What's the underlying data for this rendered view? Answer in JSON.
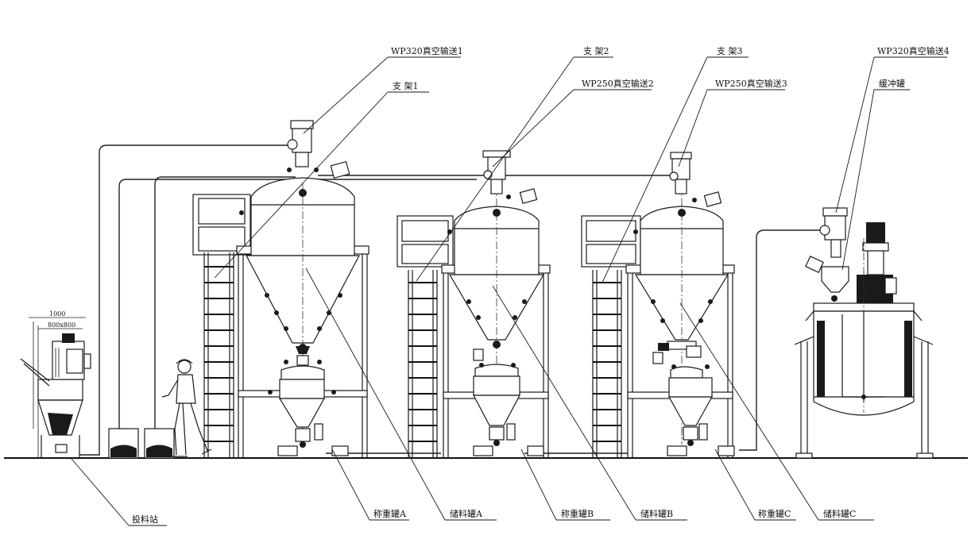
{
  "labels": {
    "conveyor1": "WP320真空输送1",
    "frame1": "支  架1",
    "frame2": "支 架2",
    "conveyor2": "WP250真空输送2",
    "frame3": "支 架3",
    "conveyor3": "WP250真空输送3",
    "conveyor4": "WP320真空输送4",
    "buffer_tank": "缓冲罐",
    "feeding_station": "投料站",
    "weigh_tank_a": "称重罐A",
    "storage_tank_a": "储料罐A",
    "weigh_tank_b": "称重罐B",
    "storage_tank_b": "储料罐B",
    "weigh_tank_c": "称重罐C",
    "storage_tank_c": "储料罐C"
  },
  "dimensions": {
    "overall_width": "1000",
    "inner_size": "800x800"
  },
  "colors": {
    "line": "#1a1a1a",
    "background": "#ffffff"
  }
}
